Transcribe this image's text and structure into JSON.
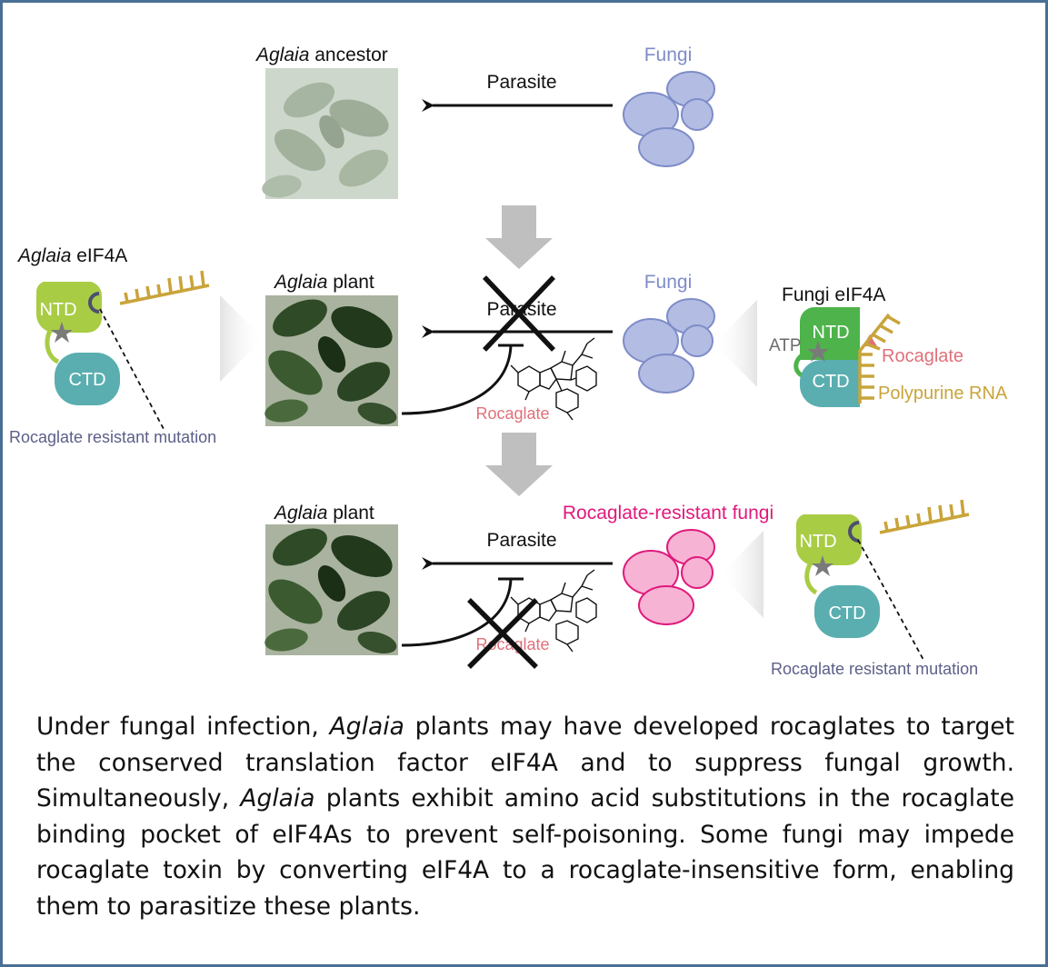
{
  "panel_top": {
    "plant_title_italic": "Aglaia",
    "plant_title_rest": " ancestor",
    "arrow_label": "Parasite",
    "fungi_label": "Fungi"
  },
  "panel_middle": {
    "plant_title_italic": "Aglaia",
    "plant_title_rest": " plant",
    "arrow_label": "Parasite",
    "fungi_label": "Fungi",
    "compound_label": "Rocaglate"
  },
  "panel_bottom": {
    "plant_title_italic": "Aglaia",
    "plant_title_rest": " plant",
    "arrow_label": "Parasite",
    "fungi_label": "Rocaglate-resistant fungi",
    "compound_label": "Rocaglate"
  },
  "left_protein": {
    "title_italic": "Aglaia",
    "title_rest": " eIF4A",
    "ntd": "NTD",
    "ctd": "CTD",
    "mutation_label": "Rocaglate resistant mutation"
  },
  "right_protein": {
    "title": "Fungi eIF4A",
    "ntd": "NTD",
    "ctd": "CTD",
    "atp": "ATP",
    "rocaglate": "Rocaglate",
    "rna": "Polypurine RNA"
  },
  "bottom_protein": {
    "ntd": "NTD",
    "ctd": "CTD",
    "mutation_label": "Rocaglate resistant mutation"
  },
  "caption": {
    "s1": "Under fungal infection, ",
    "s1_italic": "Aglaia",
    "s2": " plants may have developed rocaglates to target the conserved translation factor eIF4A and to suppress fungal growth. Simultaneously, ",
    "s2_italic": "Aglaia",
    "s3": " plants exhibit amino acid substitutions in the rocaglate binding pocket of eIF4As to prevent self-poisoning. Some fungi may impede rocaglate toxin by converting eIF4A to a rocaglate-insensitive form, enabling them to parasitize these plants."
  },
  "colors": {
    "frame": "#4a6f95",
    "fungi_fill": "#b3bde3",
    "fungi_stroke": "#7e8cc8",
    "resistant_fungi_fill": "#f6b3d3",
    "resistant_fungi_stroke": "#e0197d",
    "resistant_label": "#e0197d",
    "ntd_light": "#a9cc45",
    "ntd_dark": "#4db34a",
    "ctd": "#5aaeb0",
    "rna": "#c9a43a",
    "rocaglate_label": "#e0707a",
    "mutation_label": "#5c5f88",
    "grey_arrow": "#bfbfbf"
  },
  "icons": [
    "leaf-photo",
    "fungi-cluster-icon",
    "inhibition-x-icon",
    "rocaglate-structure-icon",
    "star-icon"
  ]
}
